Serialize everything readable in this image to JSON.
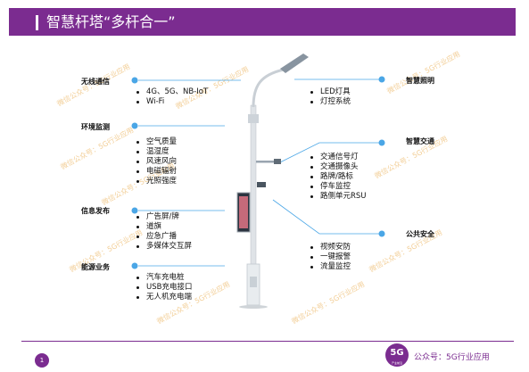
{
  "header": {
    "title": "智慧杆塔“多杆合一”"
  },
  "left": [
    {
      "category": "无线通信",
      "items": [
        "4G、5G、NB-IoT",
        "Wi-Fi"
      ]
    },
    {
      "category": "环境监测",
      "items": [
        "空气质量",
        "温湿度",
        "风速风向",
        "电磁辐射",
        "光照强度"
      ]
    },
    {
      "category": "信息发布",
      "items": [
        "广告屏/牌",
        "道旗",
        "应急广播",
        "多媒体交互屏"
      ]
    },
    {
      "category": "能源业务",
      "items": [
        "汽车充电桩",
        "USB充电接口",
        "无人机充电端"
      ]
    }
  ],
  "right": [
    {
      "category": "智慧照明",
      "items": [
        "LED灯具",
        "灯控系统"
      ]
    },
    {
      "category": "智慧交通",
      "items": [
        "交通信号灯",
        "交通摄像头",
        "路牌/路标",
        "停车监控",
        "路侧单元RSU"
      ]
    },
    {
      "category": "公共安全",
      "items": [
        "视频安防",
        "一键报警",
        "流量监控"
      ]
    }
  ],
  "watermark": "微信公众号：5G行业应用",
  "footer": {
    "page": "1",
    "logo": "5G",
    "logo_sub": "产业前沿",
    "text": "公众号：5G行业应用"
  },
  "colors": {
    "brand": "#7b2c90",
    "connector": "#4aa6e6",
    "watermark": "#e8a640"
  }
}
